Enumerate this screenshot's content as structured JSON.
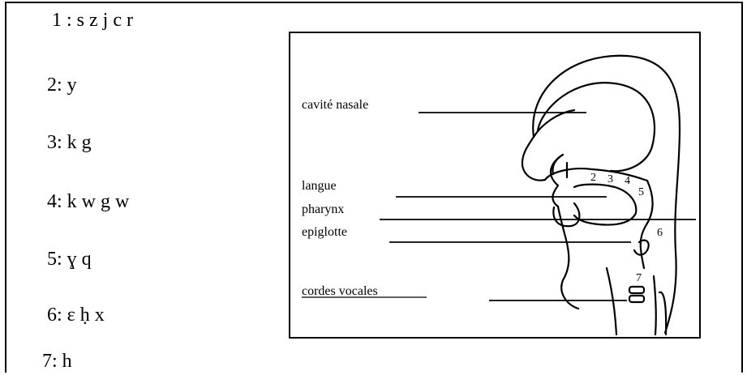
{
  "articulation_list": [
    {
      "text": "1 : s z j c r"
    },
    {
      "text": "2: y"
    },
    {
      "text": "3: k g"
    },
    {
      "text": "4: k w g w"
    },
    {
      "text": "5: ɣ q"
    },
    {
      "text": "6: ε ḥ x"
    },
    {
      "text": "7: h"
    }
  ],
  "diagram": {
    "labels": {
      "nasal_cavity": "cavité nasale",
      "tongue": "langue",
      "pharynx": "pharynx",
      "epiglottis": "epiglotte",
      "vocal_cords": "cordes vocales"
    },
    "points": {
      "p2": "2",
      "p3": "3",
      "p4": "4",
      "p5": "5",
      "p6": "6",
      "p7": "7"
    }
  }
}
